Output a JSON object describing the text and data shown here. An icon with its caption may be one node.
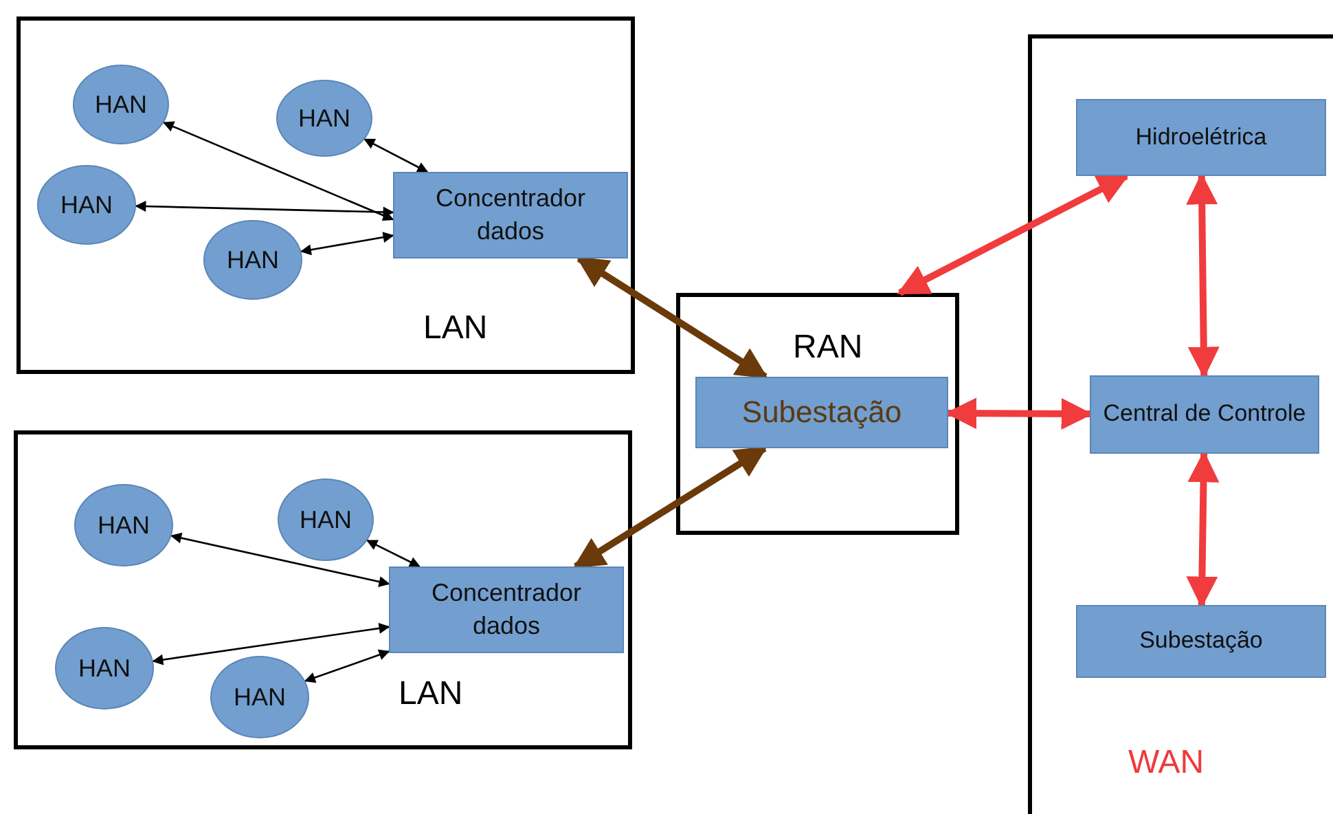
{
  "diagram": {
    "nodes": [
      {
        "text": [
          "LAN"
        ]
      },
      {
        "text": [
          "HAN"
        ],
        "in": 0
      },
      {
        "text": [
          "HAN"
        ],
        "in": 0
      },
      {
        "text": [
          "HAN"
        ],
        "in": 0
      },
      {
        "text": [
          "HAN"
        ],
        "in": 0
      },
      {
        "text": [
          "Concentrador dados"
        ],
        "in": 0
      },
      {
        "text": [
          "LAN"
        ]
      },
      {
        "text": [
          "HAN"
        ],
        "in": 6
      },
      {
        "text": [
          "HAN"
        ],
        "in": 6
      },
      {
        "text": [
          "HAN"
        ],
        "in": 6
      },
      {
        "text": [
          "HAN"
        ],
        "in": 6
      },
      {
        "text": [
          "Concentrador dados"
        ],
        "in": 6
      },
      {
        "text": [
          "RAN"
        ]
      },
      {
        "text": [
          "Subestação"
        ],
        "in": 12
      },
      {
        "text": [
          "WAN"
        ]
      },
      {
        "text": [
          "Hidroelétrica"
        ],
        "in": 14
      },
      {
        "text": [
          "Central de Controle"
        ],
        "in": 14
      },
      {
        "text": [
          "Subestação"
        ],
        "in": 14
      }
    ],
    "edges": [
      {
        "from": 1,
        "to": 5,
        "arrow": "both"
      },
      {
        "from": 2,
        "to": 5,
        "arrow": "both"
      },
      {
        "from": 3,
        "to": 5,
        "arrow": "both"
      },
      {
        "from": 4,
        "to": 5,
        "arrow": "both"
      },
      {
        "from": 7,
        "to": 11,
        "arrow": "both"
      },
      {
        "from": 8,
        "to": 11,
        "arrow": "both"
      },
      {
        "from": 9,
        "to": 11,
        "arrow": "both"
      },
      {
        "from": 10,
        "to": 11,
        "arrow": "both"
      },
      {
        "from": 5,
        "to": 13,
        "arrow": "both",
        "style": "thick",
        "color": "#6b3a0a"
      },
      {
        "from": 11,
        "to": 13,
        "arrow": "both",
        "style": "thick",
        "color": "#6b3a0a"
      },
      {
        "from": 12,
        "to": 15,
        "arrow": "both",
        "style": "thick",
        "color": "#f03c3c"
      },
      {
        "from": 13,
        "to": 16,
        "arrow": "both",
        "style": "thick",
        "color": "#f03c3c"
      },
      {
        "from": 15,
        "to": 16,
        "arrow": "both",
        "style": "thick",
        "color": "#f03c3c"
      },
      {
        "from": 16,
        "to": 17,
        "arrow": "both",
        "style": "thick",
        "color": "#f03c3c"
      }
    ]
  }
}
